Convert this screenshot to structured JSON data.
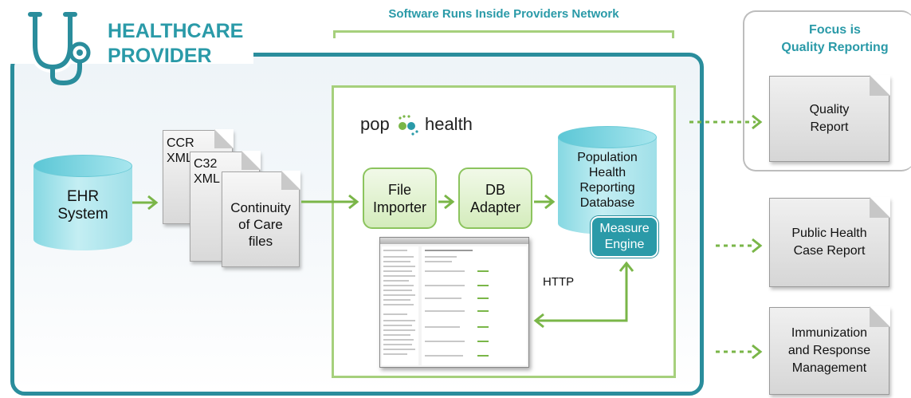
{
  "header": {
    "title_line1": "HEALTHCARE",
    "title_line2": "PROVIDER",
    "network_banner": "Software Runs Inside Providers Network",
    "focus_line1": "Focus is",
    "focus_line2": "Quality Reporting"
  },
  "ehr": {
    "line1": "EHR",
    "line2": "System"
  },
  "documents": {
    "ccr_line1": "CCR",
    "ccr_line2": "XML",
    "c32_line1": "C32",
    "c32_line2": "XML",
    "ccd_line1": "Continuity",
    "ccd_line2": "of Care",
    "ccd_line3": "files"
  },
  "pophealth": {
    "left": "pop",
    "right": "health"
  },
  "components": {
    "importer_line1": "File",
    "importer_line2": "Importer",
    "adapter_line1": "DB",
    "adapter_line2": "Adapter",
    "db_line1": "Population",
    "db_line2": "Health",
    "db_line3": "Reporting",
    "db_line4": "Database",
    "engine_line1": "Measure",
    "engine_line2": "Engine",
    "http": "HTTP"
  },
  "outputs": {
    "quality_line1": "Quality",
    "quality_line2": "Report",
    "public_line1": "Public Health",
    "public_line2": "Case Report",
    "immun_line1": "Immunization",
    "immun_line2": "and Response",
    "immun_line3": "Management"
  },
  "colors": {
    "teal": "#2a9aa8",
    "green": "#8cc45e",
    "arrow_green": "#7ab648"
  }
}
